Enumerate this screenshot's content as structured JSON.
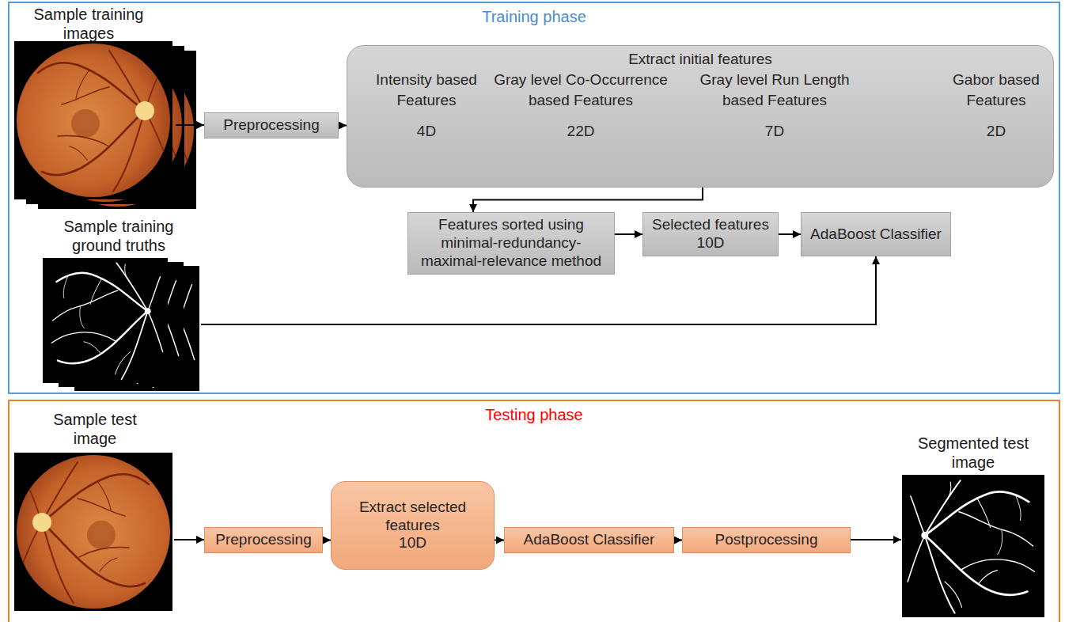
{
  "diagram": {
    "nodes": [
      {
        "text": [
          "Training phase"
        ]
      },
      {
        "text": [
          "Preprocessing"
        ],
        "in": 0
      },
      {
        "text": [
          "Extract initial features",
          "Intensity based Features",
          "4D",
          "Gray level Co-Occurrence based Features",
          "22D",
          "Gray level Run Length based Features",
          "7D",
          "Gabor based Features",
          "2D"
        ],
        "in": 0
      },
      {
        "text": [
          "Features sorted using minimal-redundancy- maximal-relevance method"
        ],
        "in": 0
      },
      {
        "text": [
          "Selected features",
          "10D"
        ],
        "in": 0
      },
      {
        "text": [
          "AdaBoost Classifier"
        ],
        "in": 0
      },
      {
        "text": [
          "Testing phase"
        ]
      },
      {
        "text": [
          "Preprocessing"
        ],
        "in": 6
      },
      {
        "text": [
          "Extract selected features",
          "10D"
        ],
        "in": 6
      },
      {
        "text": [
          "AdaBoost Classifier"
        ],
        "in": 6
      },
      {
        "text": [
          "Postprocessing"
        ],
        "in": 6
      }
    ],
    "edges": [
      {
        "from": 1,
        "to": 2,
        "arrow": "to"
      },
      {
        "from": 2,
        "to": 3,
        "arrow": "to"
      },
      {
        "from": 3,
        "to": 4,
        "arrow": "to"
      },
      {
        "from": 4,
        "to": 5,
        "arrow": "to"
      },
      {
        "from": 7,
        "to": 8,
        "arrow": "to"
      },
      {
        "from": 8,
        "to": 9,
        "arrow": "to"
      },
      {
        "from": 9,
        "to": 10,
        "arrow": "to"
      }
    ],
    "labels": [
      "Sample training images",
      "Sample training ground truths",
      "Sample test image",
      "Segmented test image"
    ]
  }
}
